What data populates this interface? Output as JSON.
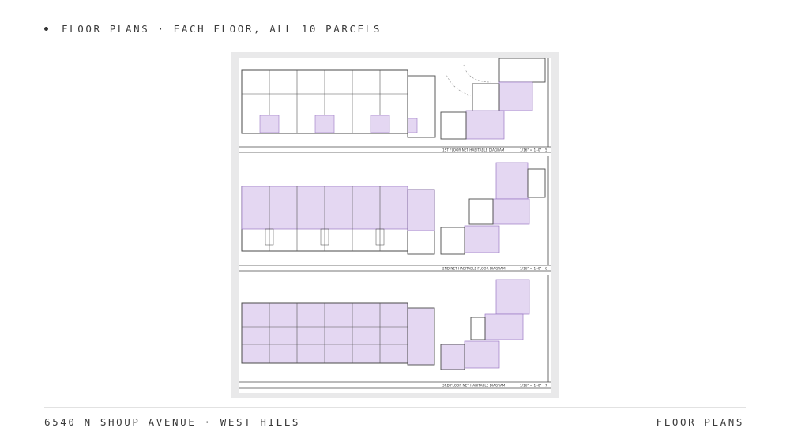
{
  "header": {
    "title": "FLOOR PLANS · EACH FLOOR, ALL 10 PARCELS"
  },
  "diagram": {
    "floor1": {
      "title": "1ST FLOOR NET HABITABLE DIAGRAM",
      "scale": "1/16\" = 1'-0\"",
      "sheet": "5"
    },
    "floor2": {
      "title": "2ND NET HABITABLE FLOOR DIAGRAM",
      "scale": "1/16\" = 1'-0\"",
      "sheet": "6"
    },
    "floor3": {
      "title": "3RD FLOOR NET HABITABLE DIAGRAM",
      "scale": "1/16\" = 1'-0\"",
      "sheet": "7"
    },
    "colors": {
      "habitable_fill": "#e4d7f2",
      "habitable_stroke": "#9a78c4",
      "wall": "#4a4a4a"
    }
  },
  "footer": {
    "address": "6540 N SHOUP AVENUE · WEST HILLS",
    "section": "FLOOR PLANS"
  }
}
